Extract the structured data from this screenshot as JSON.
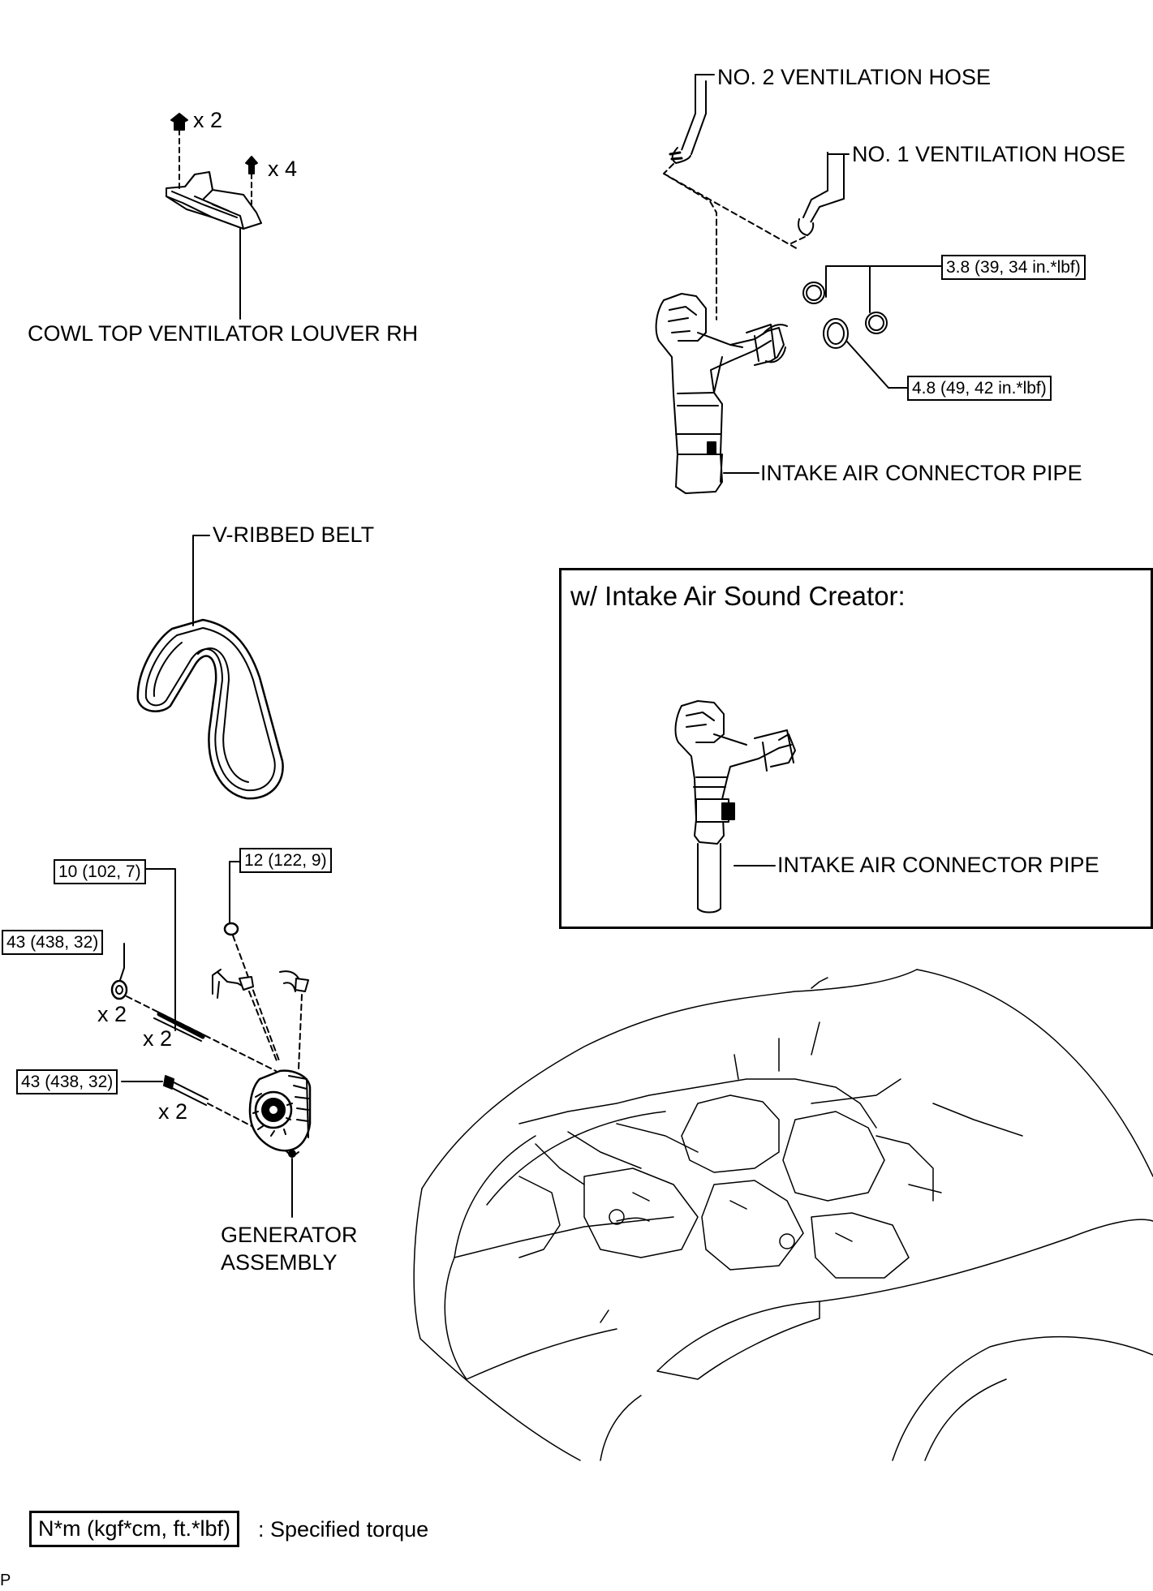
{
  "labels": {
    "cowl_louver": "COWL TOP VENTILATOR LOUVER RH",
    "no2_hose": "NO. 2 VENTILATION HOSE",
    "no1_hose": "NO. 1 VENTILATION HOSE",
    "intake_pipe": "INTAKE AIR CONNECTOR PIPE",
    "v_belt": "V-RIBBED BELT",
    "generator_line1": "GENERATOR",
    "generator_line2": "ASSEMBLY"
  },
  "quantities": {
    "cowl_clip": "x 2",
    "cowl_screw": "x 4",
    "gen_nut": "x 2",
    "gen_stud": "x 2",
    "gen_bolt": "x 2"
  },
  "torques": {
    "clamp_small": "3.8 (39, 34 in.*lbf)",
    "clamp_large": "4.8 (49, 42 in.*lbf)",
    "stud": "10 (102, 7)",
    "terminal_nut": "12 (122, 9)",
    "gen_nut": "43 (438, 32)",
    "gen_bolt": "43 (438, 32)"
  },
  "inset": {
    "title": "w/ Intake Air Sound Creator:",
    "intake_pipe": "INTAKE AIR CONNECTOR PIPE"
  },
  "legend": {
    "unit": "N*m (kgf*cm, ft.*lbf)",
    "text": ": Specified torque"
  },
  "figure_id": "P"
}
